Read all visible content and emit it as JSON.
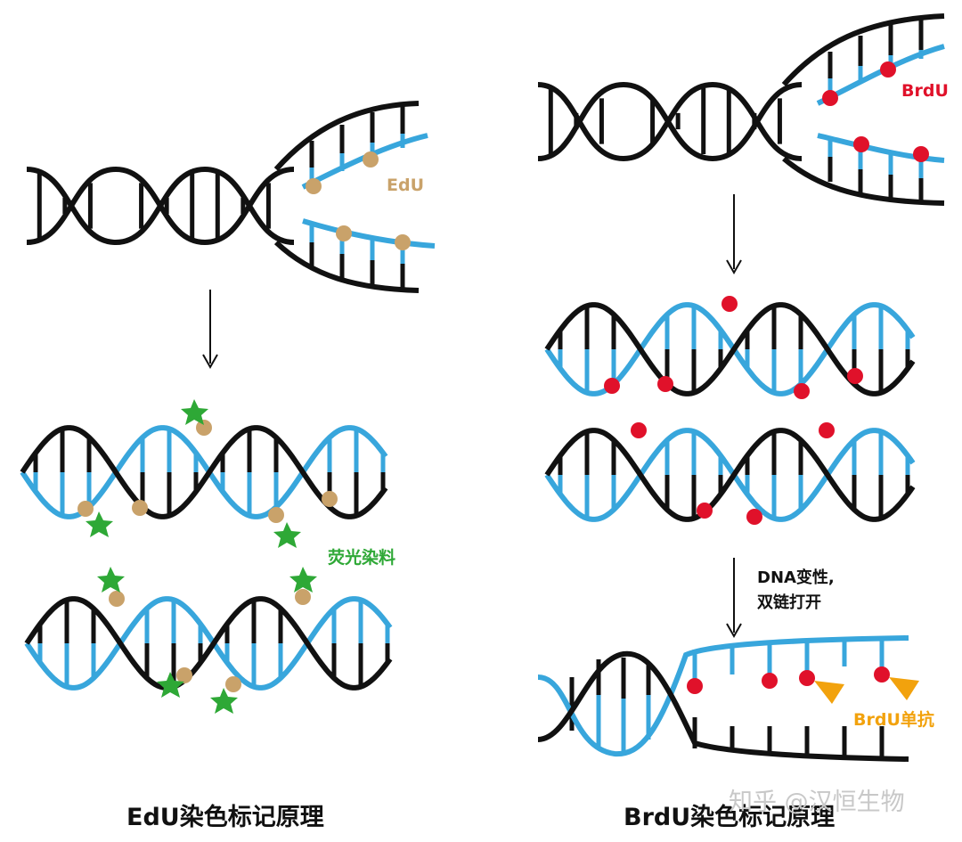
{
  "edu": {
    "edu_label": "EdU",
    "dye_label": "荧光染料",
    "title": "EdU染色标记原理"
  },
  "brdu": {
    "brdu_label": "BrdU",
    "denature_line1": "DNA变性,",
    "denature_line2": "双链打开",
    "antibody_label": "BrdU单抗",
    "title": "BrdU染色标记原理"
  },
  "watermark": "知乎 @汉恒生物",
  "colors": {
    "black_strand": "#111111",
    "blue_strand": "#38a6dc",
    "edu": "#c9a26a",
    "brdu": "#e0112a",
    "dye": "#2ea836",
    "antibody": "#f2a20d"
  }
}
